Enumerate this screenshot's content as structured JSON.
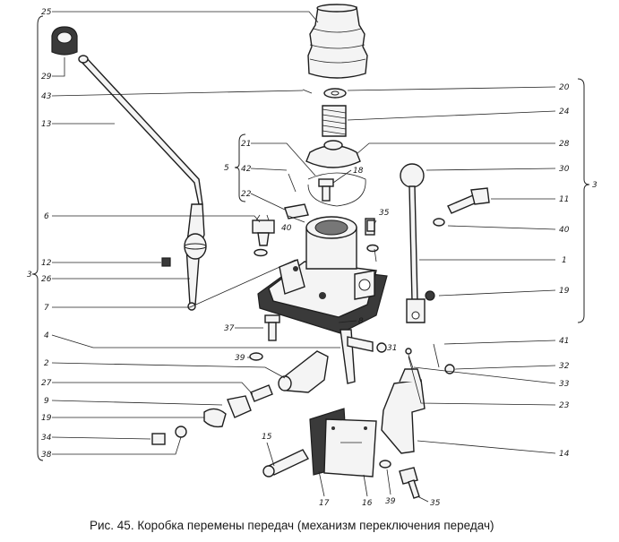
{
  "caption": "Рис. 45. Коробка перемены передач (механизм переключения передач)",
  "bracket_labels": {
    "left": "3",
    "right": "3",
    "group": "5"
  },
  "callouts": [
    "25",
    "29",
    "43",
    "13",
    "6",
    "12",
    "26",
    "7",
    "4",
    "2",
    "27",
    "9",
    "19",
    "34",
    "38",
    "21",
    "42",
    "22",
    "40",
    "18",
    "28",
    "20",
    "24",
    "30",
    "11",
    "35",
    "1",
    "37",
    "39",
    "8",
    "31",
    "41",
    "32",
    "33",
    "23",
    "14",
    "15",
    "17",
    "16",
    "39",
    "35",
    "40",
    "19"
  ]
}
